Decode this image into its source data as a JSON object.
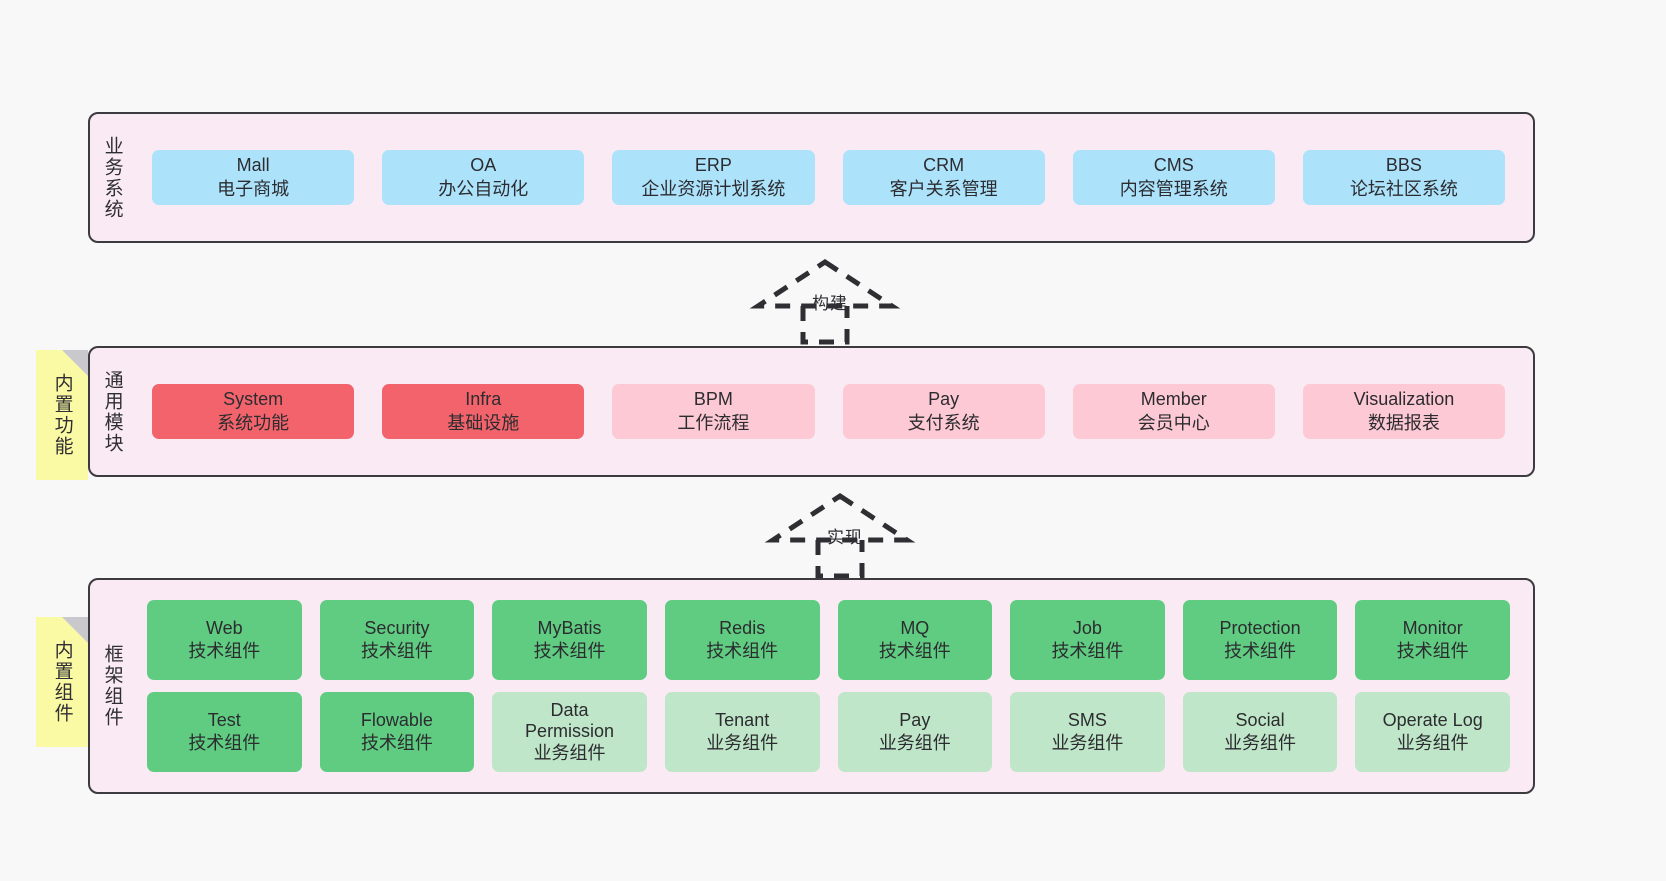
{
  "diagram": {
    "background": "#f8f8f8",
    "layers": [
      {
        "id": "business",
        "title": "业务系统",
        "accent": "#ace3fb",
        "cards": [
          {
            "en": "Mall",
            "cn": "电子商城",
            "tone": "blue"
          },
          {
            "en": "OA",
            "cn": "办公自动化",
            "tone": "blue"
          },
          {
            "en": "ERP",
            "cn": "企业资源计划系统",
            "tone": "blue"
          },
          {
            "en": "CRM",
            "cn": "客户关系管理",
            "tone": "blue"
          },
          {
            "en": "CMS",
            "cn": "内容管理系统",
            "tone": "blue"
          },
          {
            "en": "BBS",
            "cn": "论坛社区系统",
            "tone": "blue"
          }
        ]
      },
      {
        "id": "modules",
        "title": "通用模块",
        "accent": "#f2636b",
        "cards": [
          {
            "en": "System",
            "cn": "系统功能",
            "tone": "red"
          },
          {
            "en": "Infra",
            "cn": "基础设施",
            "tone": "red"
          },
          {
            "en": "BPM",
            "cn": "工作流程",
            "tone": "pink"
          },
          {
            "en": "Pay",
            "cn": "支付系统",
            "tone": "pink"
          },
          {
            "en": "Member",
            "cn": "会员中心",
            "tone": "pink"
          },
          {
            "en": "Visualization",
            "cn": "数据报表",
            "tone": "pink"
          }
        ]
      },
      {
        "id": "framework",
        "title": "框架组件",
        "accent": "#5fcc81",
        "rows": [
          [
            {
              "en": "Web",
              "cn": "技术组件",
              "tone": "green"
            },
            {
              "en": "Security",
              "cn": "技术组件",
              "tone": "green"
            },
            {
              "en": "MyBatis",
              "cn": "技术组件",
              "tone": "green"
            },
            {
              "en": "Redis",
              "cn": "技术组件",
              "tone": "green"
            },
            {
              "en": "MQ",
              "cn": "技术组件",
              "tone": "green"
            },
            {
              "en": "Job",
              "cn": "技术组件",
              "tone": "green"
            },
            {
              "en": "Protection",
              "cn": "技术组件",
              "tone": "green"
            },
            {
              "en": "Monitor",
              "cn": "技术组件",
              "tone": "green"
            }
          ],
          [
            {
              "en": "Test",
              "cn": "技术组件",
              "tone": "green"
            },
            {
              "en": "Flowable",
              "cn": "技术组件",
              "tone": "green"
            },
            {
              "en": "Data Permission",
              "cn": "业务组件",
              "tone": "lgreen"
            },
            {
              "en": "Tenant",
              "cn": "业务组件",
              "tone": "lgreen"
            },
            {
              "en": "Pay",
              "cn": "业务组件",
              "tone": "lgreen"
            },
            {
              "en": "SMS",
              "cn": "业务组件",
              "tone": "lgreen"
            },
            {
              "en": "Social",
              "cn": "业务组件",
              "tone": "lgreen"
            },
            {
              "en": "Operate Log",
              "cn": "业务组件",
              "tone": "lgreen"
            }
          ]
        ]
      }
    ],
    "notes": [
      {
        "id": "builtin-func",
        "label": "内置功能",
        "color": "#fbfaa4"
      },
      {
        "id": "builtin-comp",
        "label": "内置组件",
        "color": "#fbfaa4"
      }
    ],
    "connectors": [
      {
        "id": "build",
        "label": "构建",
        "style": "dashed-generalization",
        "direction": "up"
      },
      {
        "id": "implement",
        "label": "实现",
        "style": "dashed-generalization",
        "direction": "up"
      }
    ]
  }
}
